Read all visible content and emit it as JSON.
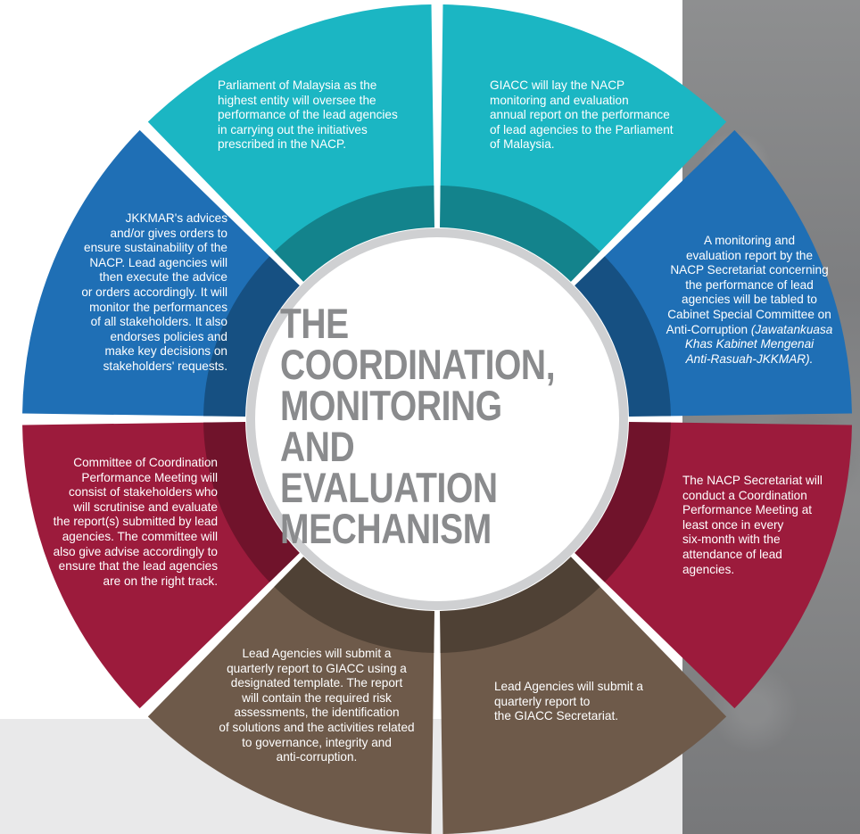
{
  "title": "THE\nCOORDINATION,\nMONITORING\nAND EVALUATION\nMECHANISM",
  "segments": [
    {
      "id": "parliament",
      "text": "Parliament of Malaysia as the\nhighest entity will oversee the\nperformance of the lead agencies\nin carrying out the initiatives\nprescribed in the NACP.",
      "color": "#1bb6c3"
    },
    {
      "id": "giacc-report",
      "text": "GIACC will lay the NACP\nmonitoring and evaluation\nannual report on the performance\nof lead agencies to the Parliament\nof Malaysia.",
      "color": "#1bb6c3"
    },
    {
      "id": "monitoring-report",
      "text": "A monitoring and\nevaluation report by the\nNACP Secretariat concerning\nthe performance of lead\nagencies will be tabled to\nCabinet Special Committee on\nAnti-Corruption",
      "italic_part": " (Jawatankuasa\nKhas Kabinet Mengenai\nAnti-Rasuah-JKKMAR).",
      "color": "#1f6fb5"
    },
    {
      "id": "secretariat-meeting",
      "text": "The NACP Secretariat will\nconduct a Coordination\nPerformance Meeting at\nleast once in every\nsix-month with the\nattendance of lead\nagencies.",
      "color": "#9c1b3c"
    },
    {
      "id": "lead-agencies-short",
      "text": "Lead Agencies will submit a\nquarterly report to\nthe GIACC Secretariat.",
      "color": "#6e5a4a"
    },
    {
      "id": "lead-agencies-long",
      "text": "Lead Agencies will submit a\nquarterly report to GIACC using a\ndesignated template. The report\nwill contain the required risk\nassessments, the identification\nof solutions and the activities related\nto governance, integrity and\nanti-corruption.",
      "color": "#6e5a4a"
    },
    {
      "id": "committee",
      "text": "Committee of Coordination\nPerformance Meeting will\nconsist of stakeholders who\nwill scrutinise and evaluate\nthe report(s) submitted by lead\nagencies. The committee will\nalso give advise accordingly to\nensure that the lead agencies\nare on the right track.",
      "color": "#9c1b3c"
    },
    {
      "id": "jkkmar",
      "text": "JKKMAR's advices\nand/or gives orders to\nensure sustainability of the\nNACP. Lead agencies will\nthen execute the advice\nor orders accordingly. It will\nmonitor the performances\nof all stakeholders. It also\nendorses policies and\nmake key decisions on\nstakeholders' requests.",
      "color": "#1f6fb5"
    }
  ]
}
